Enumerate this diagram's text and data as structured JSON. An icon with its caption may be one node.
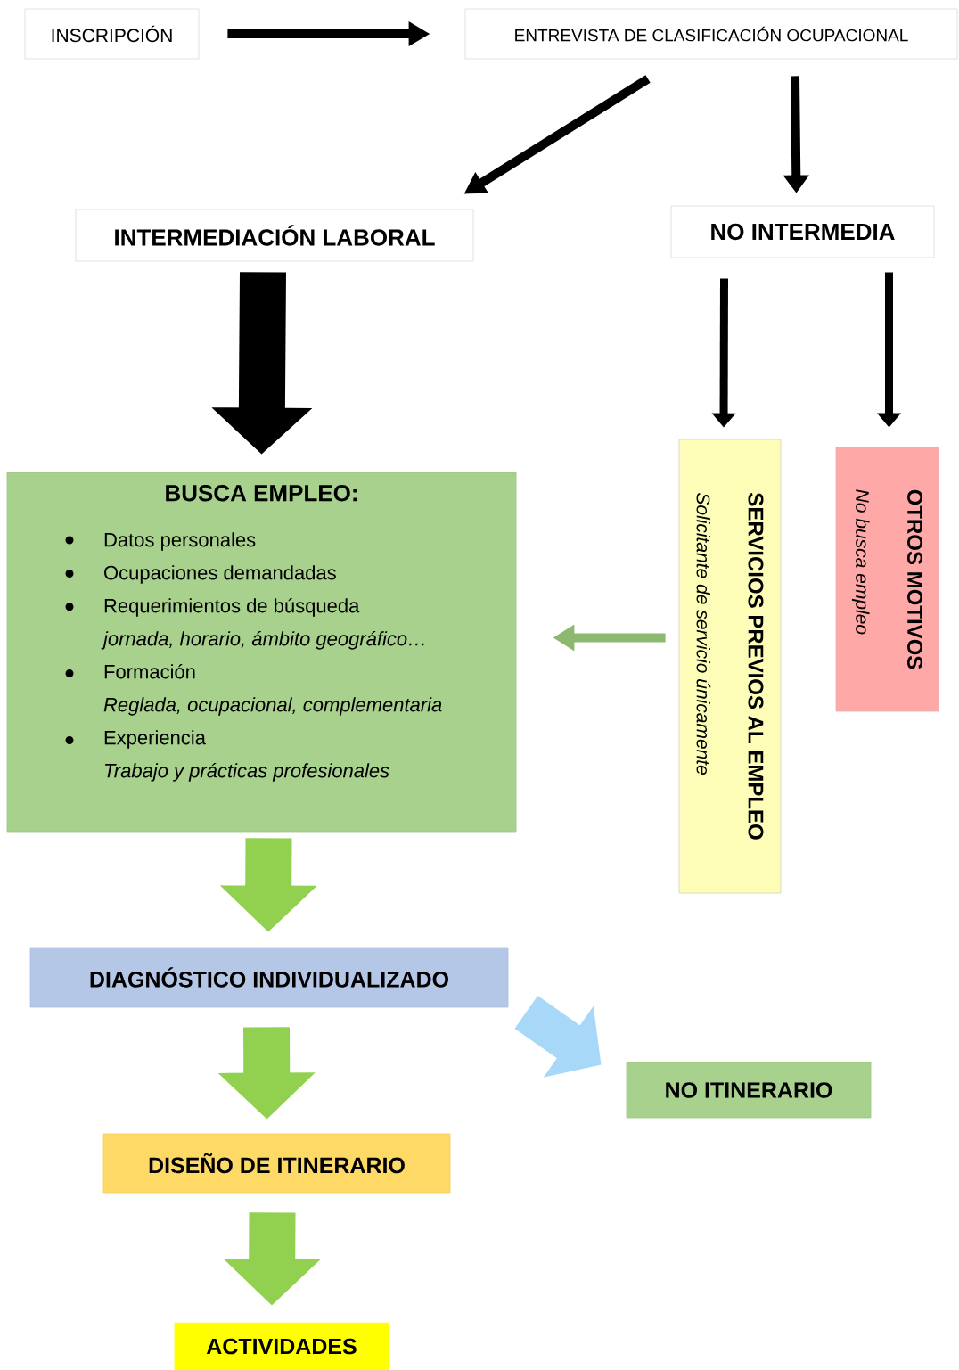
{
  "diagram": {
    "nodes": [
      {
        "text": [
          "INSCRIPCIÓN"
        ]
      },
      {
        "text": [
          "ENTREVISTA DE CLASIFICACIÓN OCUPACIONAL"
        ]
      },
      {
        "text": [
          "INTERMEDIACIÓN LABORAL"
        ]
      },
      {
        "text": [
          "NO INTERMEDIA"
        ]
      },
      {
        "text": [
          "BUSCA EMPLEO:",
          "Datos personales",
          "Ocupaciones demandadas",
          "Requerimientos de búsqueda",
          "jornada, horario, ámbito geográfico…",
          "Formación",
          "Reglada, ocupacional, complementaria",
          "Experiencia",
          "Trabajo y prácticas profesionales"
        ]
      },
      {
        "text": [
          "SERVICIOS PREVIOS AL EMPLEO",
          "Solicitante de servicio únicamente"
        ]
      },
      {
        "text": [
          "OTROS MOTIVOS",
          "No busca empleo"
        ]
      },
      {
        "text": [
          "DIAGNÓSTICO INDIVIDUALIZADO"
        ]
      },
      {
        "text": [
          "NO ITINERARIO"
        ]
      },
      {
        "text": [
          "DISEÑO DE ITINERARIO"
        ]
      },
      {
        "text": [
          "ACTIVIDADES"
        ]
      }
    ],
    "edges": [
      {
        "from": 0,
        "to": 1,
        "arrow": "to"
      },
      {
        "from": 1,
        "to": 2,
        "arrow": "to"
      },
      {
        "from": 1,
        "to": 3,
        "arrow": "to"
      },
      {
        "from": 2,
        "to": 4,
        "arrow": "to",
        "style": "thick"
      },
      {
        "from": 3,
        "to": 5,
        "arrow": "to"
      },
      {
        "from": 3,
        "to": 6,
        "arrow": "to"
      },
      {
        "from": 5,
        "to": 4,
        "arrow": "to",
        "color": "#8db870"
      },
      {
        "from": 4,
        "to": 7,
        "arrow": "to",
        "style": "thick",
        "color": "#92d050"
      },
      {
        "from": 7,
        "to": 8,
        "arrow": "to",
        "style": "thick",
        "color": "#a8d8f8"
      },
      {
        "from": 7,
        "to": 9,
        "arrow": "to",
        "style": "thick",
        "color": "#92d050"
      },
      {
        "from": 9,
        "to": 10,
        "arrow": "to",
        "style": "thick",
        "color": "#92d050"
      }
    ]
  }
}
